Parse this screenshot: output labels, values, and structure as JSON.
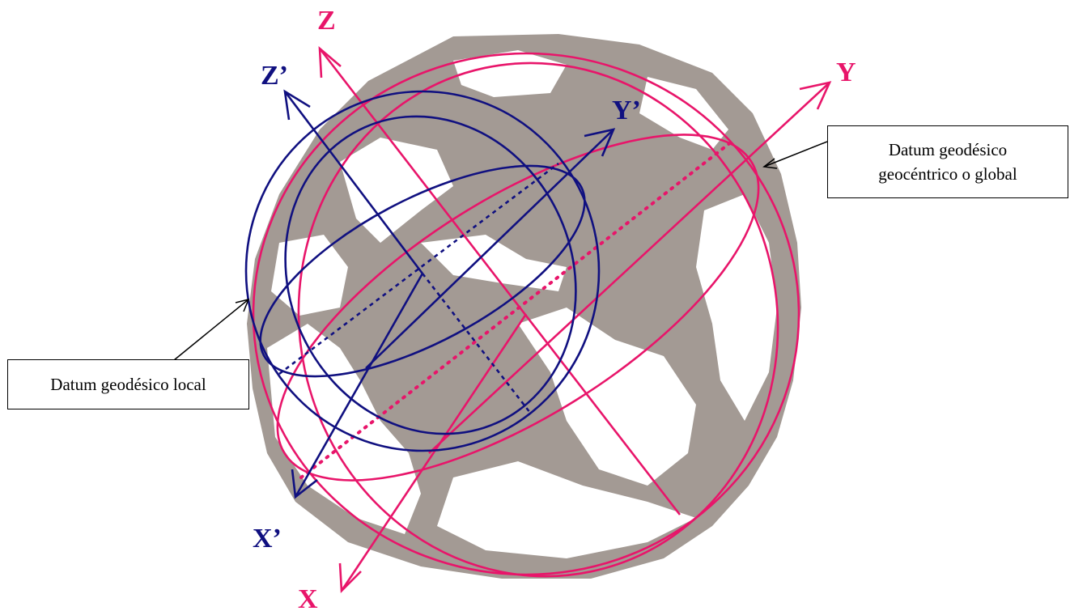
{
  "colors": {
    "land": "#a39a94",
    "global_datum": "#e8156a",
    "local_datum": "#101080",
    "callout_border": "#000000",
    "background": "#ffffff"
  },
  "global_axes": {
    "z": "Z",
    "y": "Y",
    "x": "X"
  },
  "local_axes": {
    "z": "Z’",
    "y": "Y’",
    "x": "X’"
  },
  "callouts": {
    "global": {
      "line1": "Datum geodésico",
      "line2": "geocéntrico o global"
    },
    "local": {
      "text": "Datum geodésico local"
    }
  }
}
